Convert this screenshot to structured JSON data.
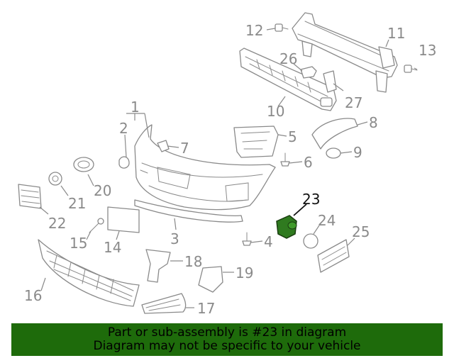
{
  "callouts": [
    {
      "id": "12",
      "label": "12"
    },
    {
      "id": "11",
      "label": "11"
    },
    {
      "id": "13",
      "label": "13"
    },
    {
      "id": "26",
      "label": "26"
    },
    {
      "id": "27",
      "label": "27"
    },
    {
      "id": "10",
      "label": "10"
    },
    {
      "id": "1",
      "label": "1"
    },
    {
      "id": "2",
      "label": "2"
    },
    {
      "id": "7",
      "label": "7"
    },
    {
      "id": "5",
      "label": "5"
    },
    {
      "id": "8",
      "label": "8"
    },
    {
      "id": "9",
      "label": "9"
    },
    {
      "id": "6",
      "label": "6"
    },
    {
      "id": "20",
      "label": "20"
    },
    {
      "id": "21",
      "label": "21"
    },
    {
      "id": "22",
      "label": "22"
    },
    {
      "id": "23",
      "label": "23"
    },
    {
      "id": "24",
      "label": "24"
    },
    {
      "id": "25",
      "label": "25"
    },
    {
      "id": "3",
      "label": "3"
    },
    {
      "id": "4",
      "label": "4"
    },
    {
      "id": "15",
      "label": "15"
    },
    {
      "id": "14",
      "label": "14"
    },
    {
      "id": "18",
      "label": "18"
    },
    {
      "id": "19",
      "label": "19"
    },
    {
      "id": "16",
      "label": "16"
    },
    {
      "id": "17",
      "label": "17"
    }
  ],
  "highlight": {
    "part": "23",
    "color": "#2f7a1f"
  },
  "banner": {
    "line1": "Part or sub-assembly is #23 in diagram",
    "line2": "Diagram may not be specific to your vehicle",
    "background": "#1e6b0b"
  }
}
